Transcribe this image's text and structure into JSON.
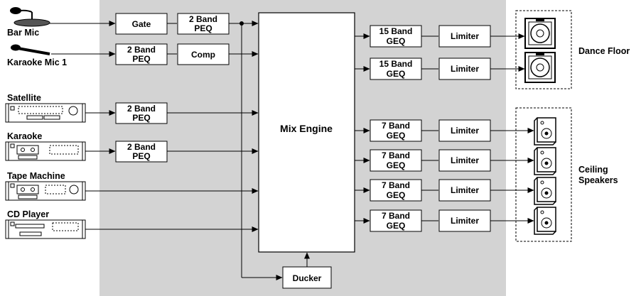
{
  "sources": {
    "bar_mic": "Bar Mic",
    "karaoke_mic": "Karaoke Mic 1",
    "satellite": "Satellite",
    "karaoke": "Karaoke",
    "tape_machine": "Tape Machine",
    "cd_player": "CD Player"
  },
  "blocks": {
    "gate": "Gate",
    "peq_line1": "2 Band",
    "peq_line2": "PEQ",
    "comp": "Comp",
    "mix_engine": "Mix Engine",
    "ducker": "Ducker",
    "geq15_line1": "15 Band",
    "geq7_line1": "7 Band",
    "geq_line2": "GEQ",
    "limiter": "Limiter"
  },
  "zones": {
    "dance_floor": "Dance Floor",
    "ceiling_line1": "Ceiling",
    "ceiling_line2": "Speakers"
  },
  "colors": {
    "dsp_background": "#d3d3d3",
    "stroke": "#000000"
  }
}
